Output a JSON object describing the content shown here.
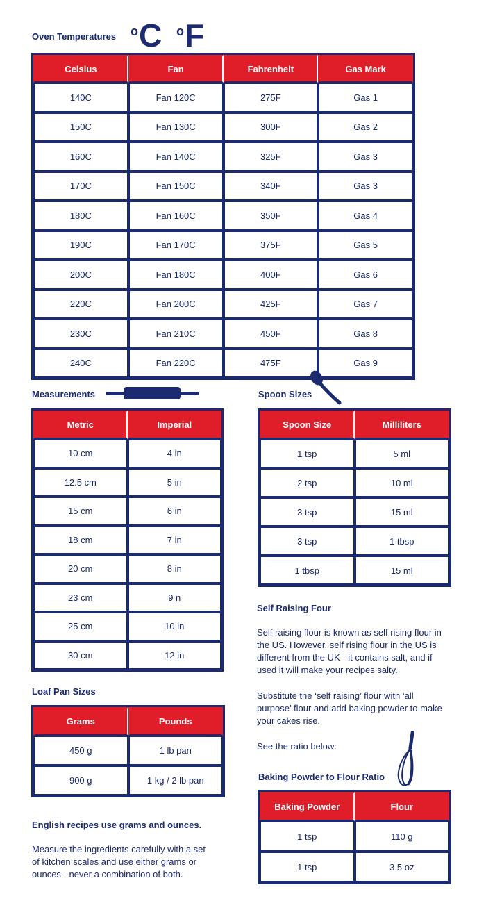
{
  "oven": {
    "title": "Oven Temperatures",
    "celsius_symbol": "C",
    "fahrenheit_symbol": "F",
    "headers": [
      "Celsius",
      "Fan",
      "Fahrenheit",
      "Gas Mark"
    ],
    "rows": [
      [
        "140C",
        "Fan 120C",
        "275F",
        "Gas 1"
      ],
      [
        "150C",
        "Fan 130C",
        "300F",
        "Gas 2"
      ],
      [
        "160C",
        "Fan 140C",
        "325F",
        "Gas 3"
      ],
      [
        "170C",
        "Fan 150C",
        "340F",
        "Gas 3"
      ],
      [
        "180C",
        "Fan 160C",
        "350F",
        "Gas 4"
      ],
      [
        "190C",
        "Fan 170C",
        "375F",
        "Gas 5"
      ],
      [
        "200C",
        "Fan 180C",
        "400F",
        "Gas 6"
      ],
      [
        "220C",
        "Fan 200C",
        "425F",
        "Gas 7"
      ],
      [
        "230C",
        "Fan 210C",
        "450F",
        "Gas 8"
      ],
      [
        "240C",
        "Fan 220C",
        "475F",
        "Gas 9"
      ]
    ]
  },
  "measurements": {
    "title": "Measurements",
    "headers": [
      "Metric",
      "Imperial"
    ],
    "rows": [
      [
        "10 cm",
        "4 in"
      ],
      [
        "12.5 cm",
        "5 in"
      ],
      [
        "15 cm",
        "6 in"
      ],
      [
        "18 cm",
        "7 in"
      ],
      [
        "20 cm",
        "8 in"
      ],
      [
        "23 cm",
        "9 n"
      ],
      [
        "25 cm",
        "10 in"
      ],
      [
        "30 cm",
        "12 in"
      ]
    ]
  },
  "spoons": {
    "title": "Spoon Sizes",
    "headers": [
      "Spoon Size",
      "Milliliters"
    ],
    "rows": [
      [
        "1 tsp",
        "5 ml"
      ],
      [
        "2 tsp",
        "10 ml"
      ],
      [
        "3 tsp",
        "15 ml"
      ],
      [
        "3 tsp",
        "1 tbsp"
      ],
      [
        "1 tbsp",
        "15 ml"
      ]
    ]
  },
  "self_raising": {
    "title": "Self Raising Four",
    "para1": "Self raising flour is known as self rising flour in the US. However, self rising flour in the US is different from the UK - it contains salt, and if used it will make your recipes salty.",
    "para2": "Substitute the ‘self raising’ flour with ‘all purpose’ flour and add baking powder to make your cakes rise.",
    "para3": "See the ratio below:"
  },
  "loaf": {
    "title": "Loaf Pan Sizes",
    "headers": [
      "Grams",
      "Pounds"
    ],
    "rows": [
      [
        "450 g",
        "1 lb pan"
      ],
      [
        "900 g",
        "1 kg / 2 lb pan"
      ]
    ]
  },
  "ratio": {
    "title": "Baking Powder to Flour Ratio",
    "headers": [
      "Baking Powder",
      "Flour"
    ],
    "rows": [
      [
        "1 tsp",
        "110 g"
      ],
      [
        "1 tsp",
        "3.5 oz"
      ]
    ]
  },
  "english": {
    "title": "English recipes use grams and ounces.",
    "para": "Measure the ingredients carefully with a set of kitchen scales and use either grams or ounces - never a combination of both."
  },
  "colors": {
    "navy": "#1c2a70",
    "red": "#e01e2a"
  },
  "icons": [
    "degree-celsius-icon",
    "degree-fahrenheit-icon",
    "rolling-pin-icon",
    "spoon-icon",
    "whisk-icon"
  ]
}
